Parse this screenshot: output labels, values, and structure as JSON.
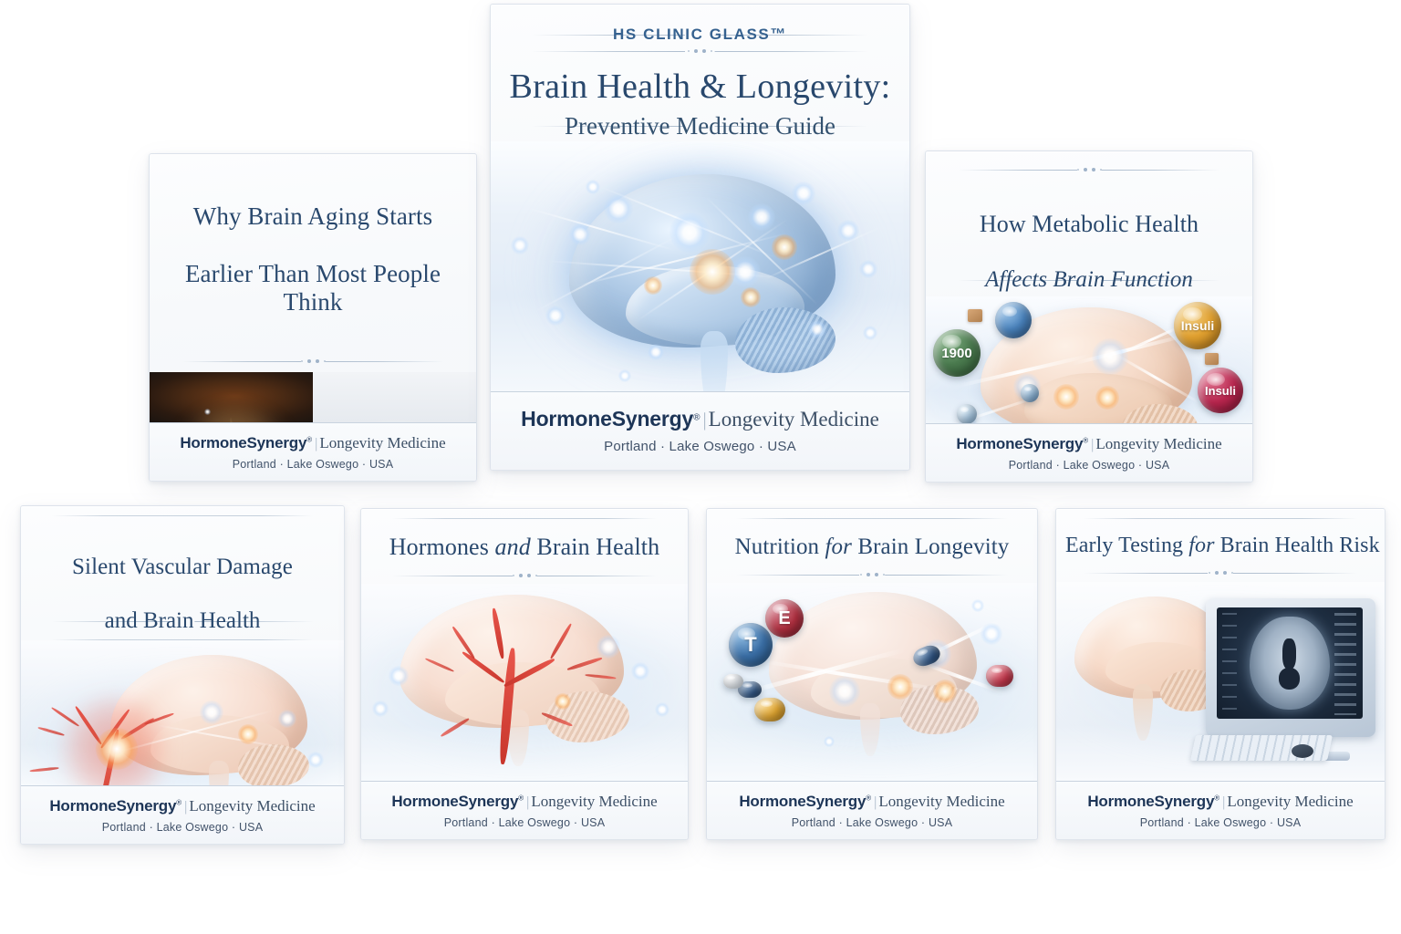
{
  "page": {
    "background_color": "#ffffff",
    "accent_color": "#29486d",
    "brand_color": "#1d3557"
  },
  "brand": {
    "name": "HormoneSynergy",
    "registered_mark": "®",
    "divider": "|",
    "tagline": "Longevity Medicine",
    "locations": "Portland · Lake Oswego · USA"
  },
  "hero": {
    "eyebrow": "HS CLINIC GLASS™",
    "title": "Brain Health & Longevity:",
    "subtitle": "Preventive Medicine Guide",
    "illustration": "glowing-blue-brain-neural-network"
  },
  "cards": [
    {
      "id": "brain-aging",
      "title_line_1": "Why Brain Aging Starts",
      "title_line_2": "Earlier Than Most People Think",
      "ornament": "below-title",
      "illustration": "split-neuron-comparison-active-vs-degraded"
    },
    {
      "id": "metabolic-health",
      "title_line_1": "How Metabolic Health",
      "title_line_2": "Affects Brain Function",
      "title_line_2_italic": true,
      "ornament": "above-title",
      "illustration": "brain-with-metabolic-molecule-spheres",
      "labels": [
        {
          "text": "1900",
          "color": "#4a7a4e"
        },
        {
          "text": "Insuli",
          "color": "#e0a030"
        },
        {
          "text": "Insuli",
          "color": "#b8264e"
        }
      ]
    },
    {
      "id": "vascular-damage",
      "title_line_1": "Silent Vascular Damage",
      "title_line_2": "and Brain Health",
      "ornament": "below-title",
      "illustration": "brain-with-red-vascular-branches"
    },
    {
      "id": "hormones-brain",
      "title_plain_1": "Hormones ",
      "title_italic": "and",
      "title_plain_2": " Brain Health",
      "ornament": "below-title",
      "illustration": "brain-with-red-artery-tree"
    },
    {
      "id": "nutrition-longevity",
      "title_plain_1": "Nutrition ",
      "title_italic": "for",
      "title_plain_2": " Brain Longevity",
      "ornament": "below-title",
      "illustration": "brain-with-nutrient-molecule-spheres",
      "labels": [
        {
          "text": "T",
          "color": "#3a6ea5"
        },
        {
          "text": "E",
          "color": "#b03040"
        }
      ]
    },
    {
      "id": "early-testing",
      "title_plain_1": "Early Testing ",
      "title_italic": "for",
      "title_plain_2": " Brain Health Risk",
      "ornament": "below-title",
      "illustration": "brain-beside-mri-scan-monitor"
    }
  ]
}
